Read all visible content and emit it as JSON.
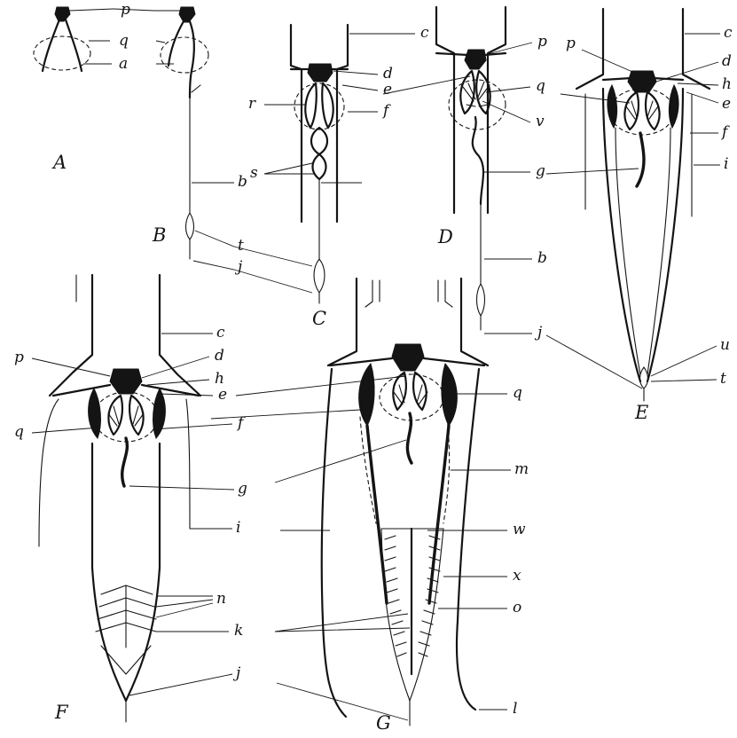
{
  "figure": {
    "panels": [
      {
        "id": "A",
        "caption": "A"
      },
      {
        "id": "B",
        "caption": "B"
      },
      {
        "id": "C",
        "caption": "C"
      },
      {
        "id": "D",
        "caption": "D"
      },
      {
        "id": "E",
        "caption": "E"
      },
      {
        "id": "F",
        "caption": "F"
      },
      {
        "id": "G",
        "caption": "G"
      }
    ],
    "letters": {
      "a": "a",
      "b": "b",
      "c": "c",
      "d": "d",
      "e": "e",
      "f": "f",
      "g": "g",
      "h": "h",
      "i": "i",
      "j": "j",
      "k": "k",
      "l": "l",
      "m": "m",
      "n": "n",
      "o": "o",
      "p": "p",
      "q": "q",
      "r": "r",
      "s": "s",
      "t": "t",
      "u": "u",
      "v": "v",
      "w": "w",
      "x": "x"
    },
    "ink_color": "#141414",
    "paper_color": "#ffffff"
  }
}
